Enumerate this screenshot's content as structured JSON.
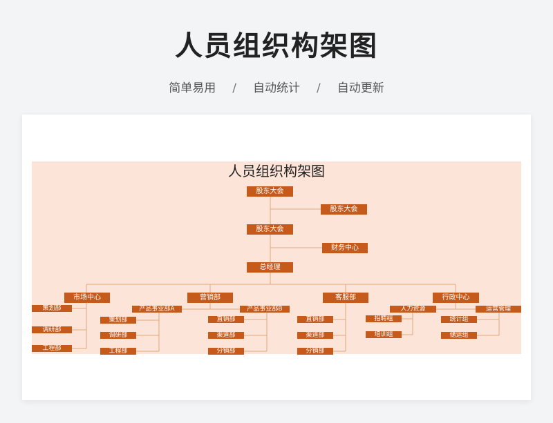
{
  "header": {
    "title": "人员组织构架图",
    "features": [
      "简单易用",
      "自动统计",
      "自动更新"
    ],
    "separator": "/"
  },
  "chart": {
    "title": "人员组织构架图",
    "box_color": "#c55a1b",
    "line_color": "#e0a77a",
    "background": "#fde4d8",
    "nodes": [
      "股东大会",
      "股东大会",
      "股东大会",
      "财务中心",
      "总经理",
      "市场中心",
      "营销部",
      "客服部",
      "行政中心",
      "策划部",
      "调研部",
      "工程部",
      "产品事业部A",
      "策划部",
      "调研部",
      "工程部",
      "产品事业部B",
      "直销部",
      "渠道部",
      "分销部",
      "直销部",
      "渠道部",
      "分销部",
      "人力资源",
      "招聘组",
      "培训组",
      "运营管理",
      "统计组",
      "储运组"
    ]
  }
}
